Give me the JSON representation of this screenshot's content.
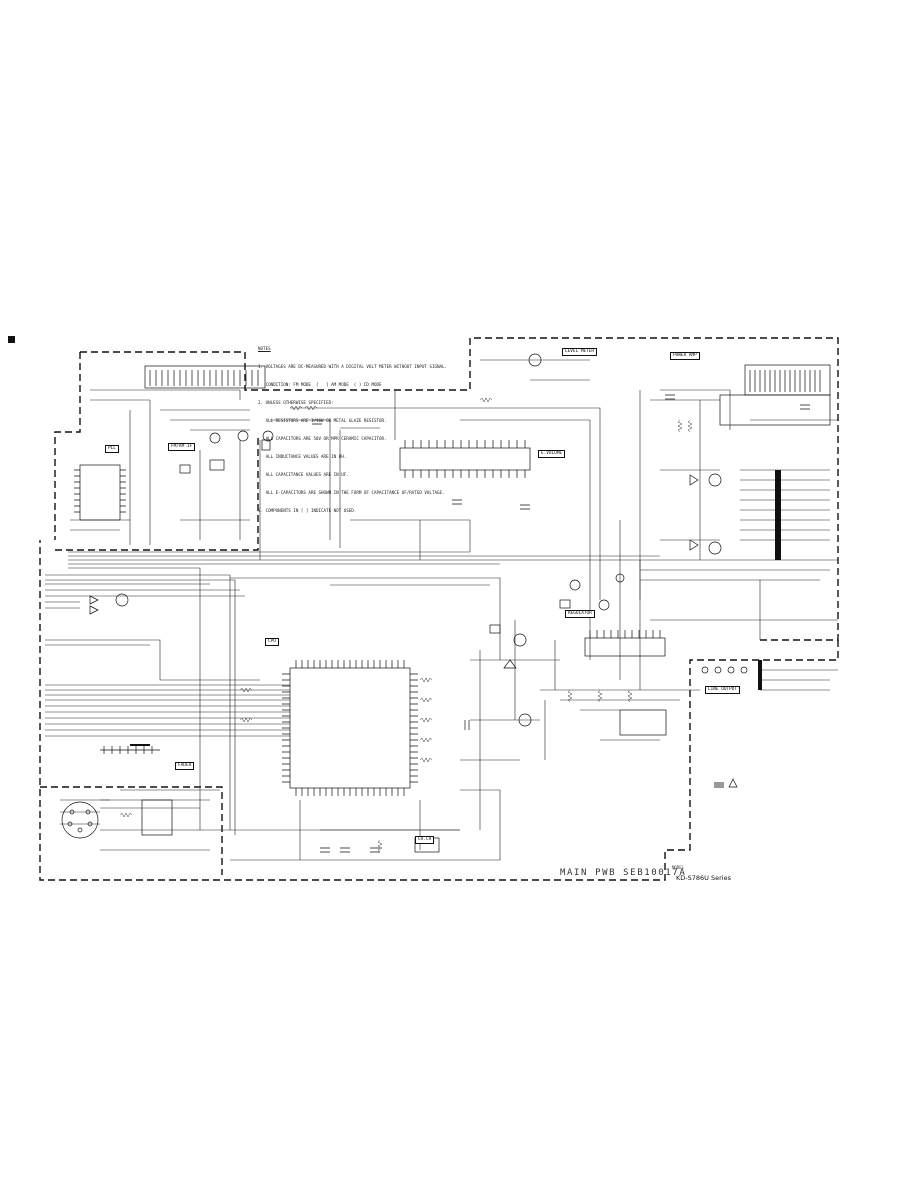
{
  "notes": {
    "heading": "NOTES",
    "lines": [
      "1. VOLTAGES ARE DC-MEASURED WITH A DIGITAL VOLT METER WITHOUT INPUT SIGNAL.",
      "   CONDITION: FM MODE  [   ] AM MODE  ( ) CD MODE",
      "2. UNLESS OTHERWISE SPECIFIED:",
      "   ALL RESISTORS ARE 1/16W OR METAL GLAZE RESISTOR.",
      "   ALL CAPACITORS ARE 50V OR MPR CERAMIC CAPACITOR.",
      "   ALL INDUCTANCE VALUES ARE IN UH.",
      "   ALL CAPACITANCE VALUES ARE IN UF.",
      "   ALL E-CAPACITORS ARE SHOWN IN THE FORM OF CAPACITANCE UF/RATED VOLTAGE.",
      "3. COMPONENTS IN [ ] INDICATE NOT USED."
    ]
  },
  "blocks": {
    "level_meter": "LEVEL METER",
    "power_amp": "POWER AMP",
    "pll": "PLL",
    "e_volume": "E.VOLUME",
    "fm_if": "FM/AM IF",
    "cpu": "CPU",
    "regulator": "REGULATOR",
    "line_out": "LINE OUTPUT",
    "fader": "FADER",
    "cd_ch_interface": "CH.CH"
  },
  "footer": {
    "board_title": "MAIN PWB SEB10017A",
    "model_label": "MODEL",
    "model_series": "KD-S786U Series"
  }
}
